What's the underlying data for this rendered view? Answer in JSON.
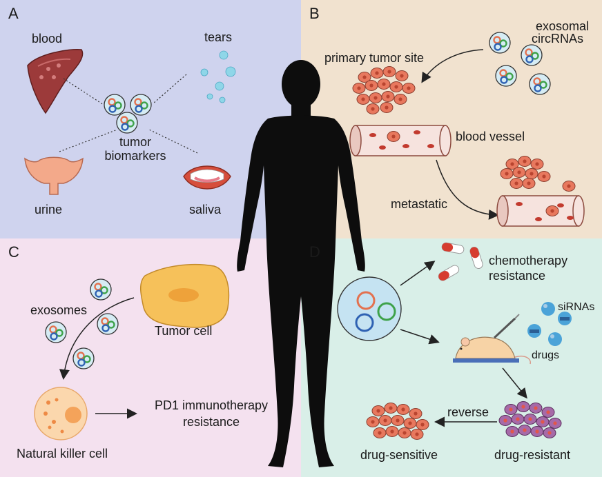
{
  "panels": {
    "A": {
      "letter": "A",
      "bg": "#cfd3ee",
      "labels": {
        "blood": "blood",
        "tears": "tears",
        "center_line1": "tumor",
        "center_line2": "biomarkers",
        "urine": "urine",
        "saliva": "saliva"
      }
    },
    "B": {
      "letter": "B",
      "bg": "#f1e2cf",
      "labels": {
        "exosomal_line1": "exosomal",
        "exosomal_line2": "circRNAs",
        "primary": "primary tumor site",
        "vessel": "blood vessel",
        "metastatic": "metastatic"
      }
    },
    "C": {
      "letter": "C",
      "bg": "#f4e1ef",
      "labels": {
        "exosomes": "exosomes",
        "tumor_cell": "Tumor cell",
        "pd1_line1": "PD1 immunotherapy",
        "pd1_line2": "resistance",
        "nk": "Natural killer cell"
      }
    },
    "D": {
      "letter": "D",
      "bg": "#d9efe8",
      "labels": {
        "chemo_line1": "chemotherapy",
        "chemo_line2": "resistance",
        "sirnas": "siRNAs",
        "drugs": "drugs",
        "reverse": "reverse",
        "sensitive": "drug-sensitive",
        "resistant": "drug-resistant"
      }
    }
  },
  "colors": {
    "human": "#0d0d0d",
    "cell_orange": "#e8785e",
    "exo_blue": "#2f62b3",
    "exo_green": "#3ea24a",
    "exo_orange": "#e3714f",
    "exo_fill": "#d6ecf4",
    "tumor_yellow": "#f6c15a",
    "resistant_purple": "#a66aa8"
  }
}
